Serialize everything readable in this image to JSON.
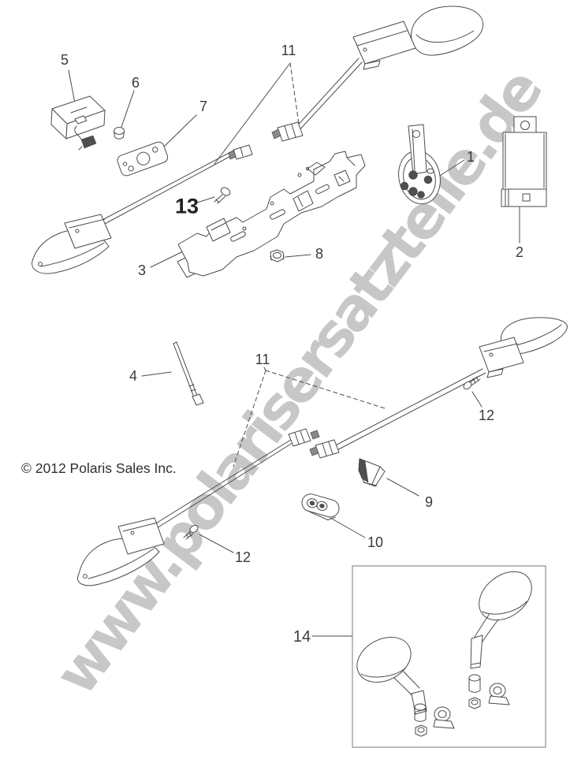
{
  "watermark_text": "www.polarisersatzteile.de",
  "copyright_text": "© 2012 Polaris Sales Inc.",
  "colors": {
    "watermark": "#c7c7c7",
    "line_art": "#4b4b4b",
    "label": "#3a3a3a",
    "background": "#ffffff"
  },
  "labels": {
    "n1": "1",
    "n2": "2",
    "n3": "3",
    "n4": "4",
    "n5": "5",
    "n6": "6",
    "n7": "7",
    "n8": "8",
    "n9": "9",
    "n10": "10",
    "n11": "11",
    "n12": "12",
    "n13": "13",
    "n14": "14"
  }
}
